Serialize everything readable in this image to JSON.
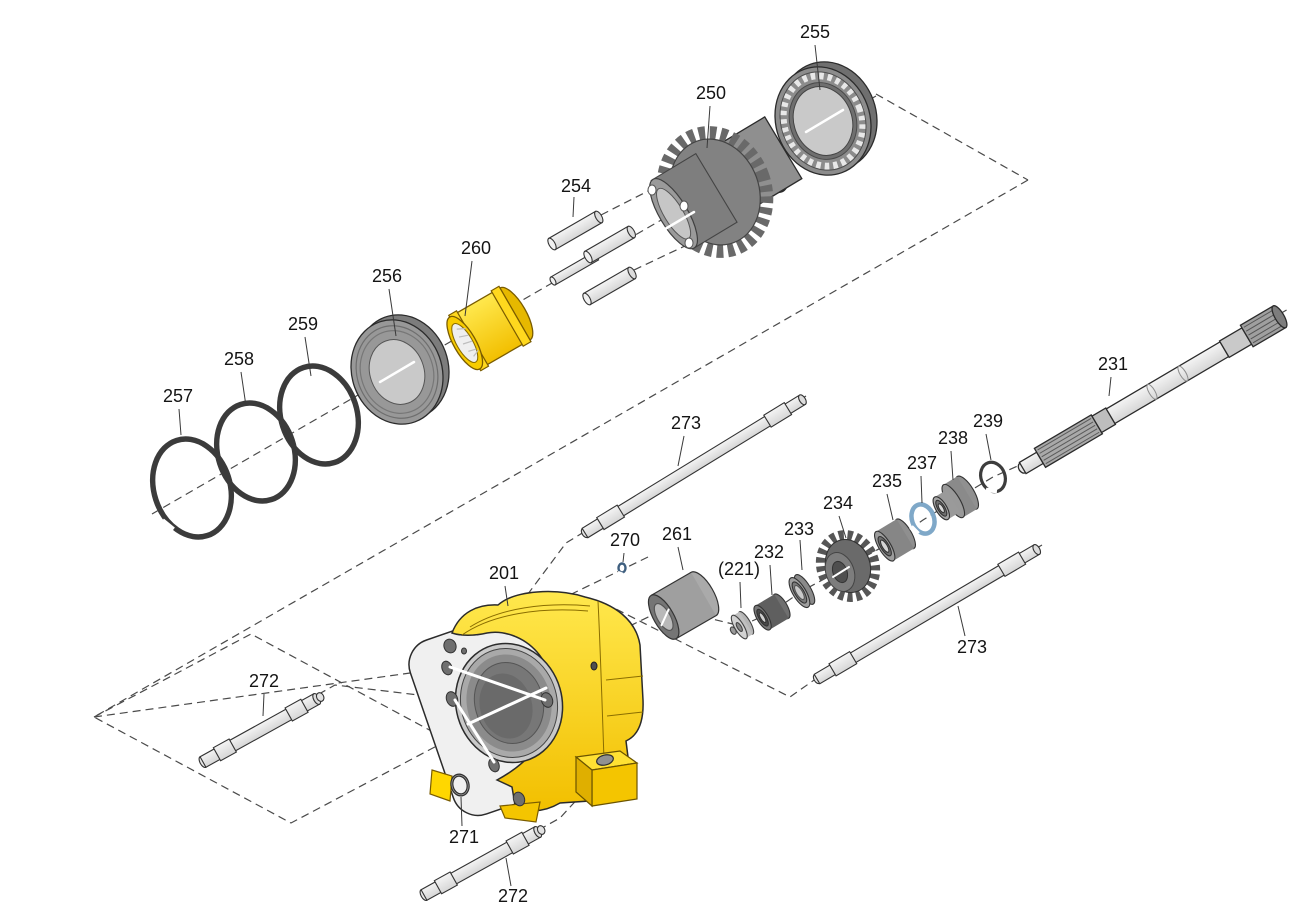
{
  "diagram": {
    "kind": "exploded-parts-diagram",
    "subject": "gearbox housing assembly",
    "background": "#ffffff"
  },
  "colors": {
    "housing_yellow": "#FFD900",
    "coupling_yellow": "#F7C600",
    "metal_light": "#ECECEC",
    "metal_mid": "#9A9A9A",
    "metal_dark": "#5F5F5F",
    "snap_ring_blue": "#7FA8C8",
    "ring_dark": "#3B3B3B",
    "label_color": "#141414",
    "construction_line": "#4A4A4A"
  },
  "parts": [
    {
      "label": "255",
      "name": "tapered-roller-bearing"
    },
    {
      "label": "250",
      "name": "clutch-gear"
    },
    {
      "label": "254",
      "name": "pin-set"
    },
    {
      "label": "260",
      "name": "splined-coupling-hub"
    },
    {
      "label": "256",
      "name": "bearing-cup"
    },
    {
      "label": "259",
      "name": "snap-ring"
    },
    {
      "label": "258",
      "name": "snap-ring"
    },
    {
      "label": "257",
      "name": "snap-ring"
    },
    {
      "label": "273",
      "name": "long-stud-upper"
    },
    {
      "label": "231",
      "name": "splined-shaft"
    },
    {
      "label": "239",
      "name": "retaining-ring"
    },
    {
      "label": "238",
      "name": "stepped-bushing"
    },
    {
      "label": "237",
      "name": "retaining-ring-blue"
    },
    {
      "label": "235",
      "name": "bearing"
    },
    {
      "label": "234",
      "name": "pinion-gear"
    },
    {
      "label": "233",
      "name": "thrust-washer"
    },
    {
      "label": "232",
      "name": "bearing-small"
    },
    {
      "label": "(221)",
      "name": "washer"
    },
    {
      "label": "270",
      "name": "retaining-clip-small"
    },
    {
      "label": "261",
      "name": "spacer-bushing"
    },
    {
      "label": "201",
      "name": "housing"
    },
    {
      "label": "272",
      "name": "stud-left"
    },
    {
      "label": "273",
      "name": "long-stud-lower"
    },
    {
      "label": "271",
      "name": "o-ring"
    },
    {
      "label": "272",
      "name": "stud-bottom"
    }
  ]
}
